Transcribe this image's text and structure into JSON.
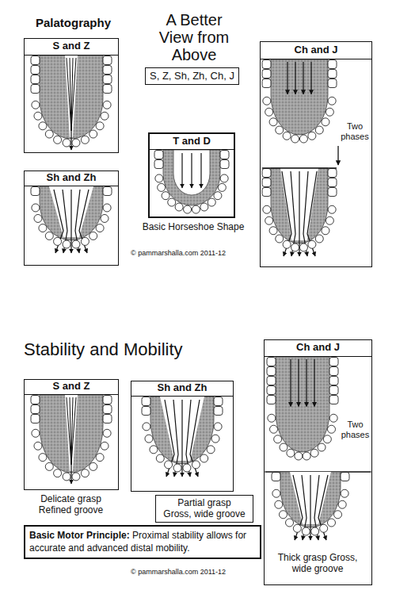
{
  "diagram": {
    "title": "Palatography",
    "nodes": [
      {
        "text": [
          "S and Z"
        ]
      },
      {
        "text": [
          "S, Z, Sh, Zh, Ch, J"
        ]
      },
      {
        "text": [
          "T and D",
          "Basic Horseshoe Shape"
        ]
      },
      {
        "text": [
          "Ch and J",
          "Two phases"
        ]
      },
      {
        "text": [
          "Sh and Zh"
        ]
      },
      {
        "text": [
          "S and Z",
          "Delicate grasp Refined groove"
        ]
      },
      {
        "text": [
          "Sh and Zh"
        ]
      },
      {
        "text": [
          "Partial grasp Gross, wide groove"
        ]
      },
      {
        "text": [
          "Basic Motor Principle:",
          "Proximal stability allows for accurate and advanced distal mobility."
        ]
      },
      {
        "text": [
          "Ch and J",
          "Two phases",
          "Thick grasp Gross, wide groove"
        ]
      }
    ],
    "labels": [
      "A Better View from Above",
      "Stability and Mobility",
      "© pammarshalla.com 2011-12",
      "© pammarshalla.com 2011-12"
    ]
  }
}
